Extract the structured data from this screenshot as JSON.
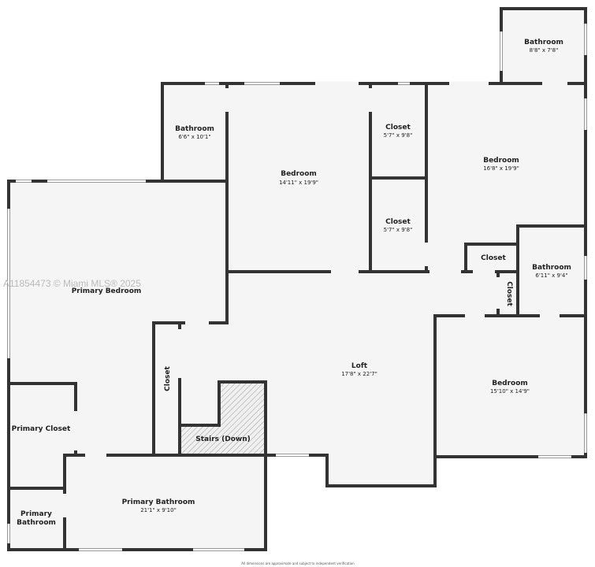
{
  "watermark": "A11854473 © Miami MLS® 2025",
  "footer": "All dimensions are approximate and subject to independent verification",
  "colors": {
    "wall": "#333333",
    "floor": "#f5f5f5",
    "stairs_hatch": "#999999"
  },
  "rooms": [
    {
      "name": "Bathroom",
      "dims": "8'8\" x 7'8\""
    },
    {
      "name": "Bathroom",
      "dims": "6'6\" x 10'1\""
    },
    {
      "name": "Bedroom",
      "dims": "14'11\" x 19'9\""
    },
    {
      "name": "Closet",
      "dims": "5'7\" x 9'8\""
    },
    {
      "name": "Closet",
      "dims": "5'7\" x 9'8\""
    },
    {
      "name": "Bedroom",
      "dims": "16'8\" x 19'9\""
    },
    {
      "name": "Closet",
      "dims": ""
    },
    {
      "name": "Bathroom",
      "dims": "6'11\" x 9'4\""
    },
    {
      "name": "Closet",
      "dims": ""
    },
    {
      "name": "Primary Bedroom",
      "dims": ""
    },
    {
      "name": "Loft",
      "dims": "17'8\" x 22'7\""
    },
    {
      "name": "Bedroom",
      "dims": "15'10\" x 14'9\""
    },
    {
      "name": "Closet",
      "dims": ""
    },
    {
      "name": "Stairs (Down)",
      "dims": ""
    },
    {
      "name": "Primary Closet",
      "dims": ""
    },
    {
      "name": "Primary Bathroom",
      "dims": "21'1\" x 9'10\""
    },
    {
      "name": "Primary",
      "dims": "Bathroom"
    }
  ]
}
